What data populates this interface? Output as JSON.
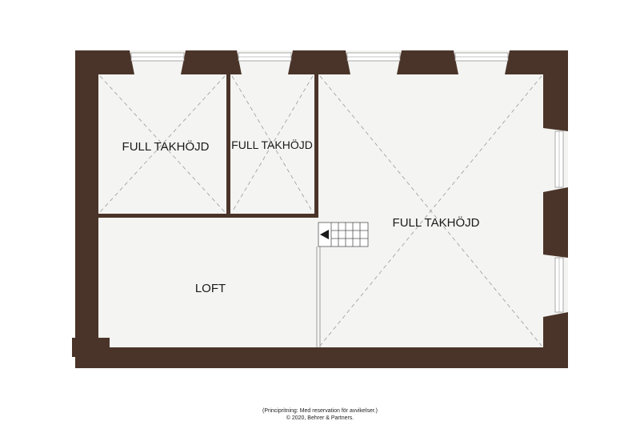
{
  "rooms": {
    "room_top_left": "FULL TAKHÖJD",
    "room_top_middle": "FULL TAKHÖJD",
    "room_right": "FULL TAKHÖJD",
    "room_loft": "LOFT"
  },
  "footer": {
    "disclaimer": "(Principritning: Med reservation för avvikelser.)",
    "copyright": "© 2020, Behrer & Partners."
  },
  "colors": {
    "wall": "#4a3429",
    "floor": "#f4f4f2",
    "background": "#ffffff"
  }
}
